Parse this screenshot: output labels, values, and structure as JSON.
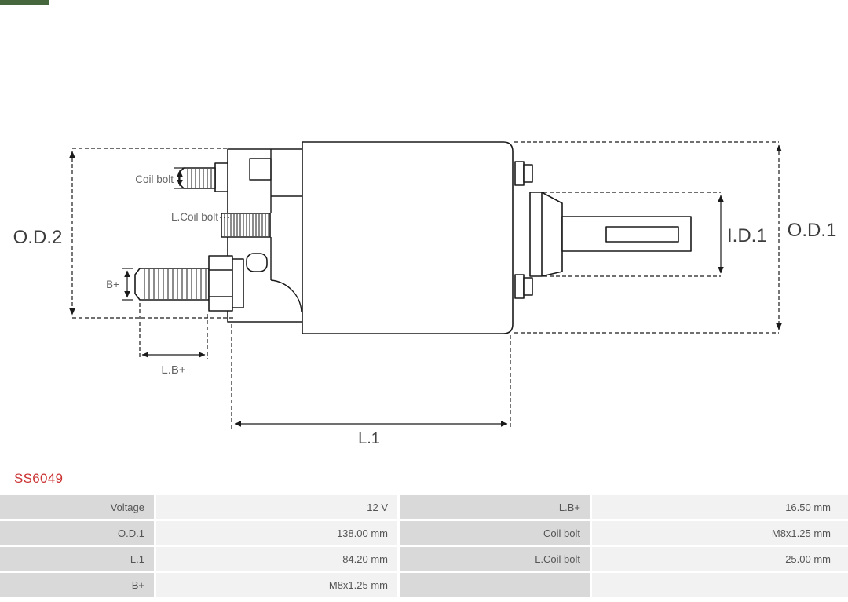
{
  "page": {
    "part_number": "SS6049"
  },
  "colors": {
    "part_number_text": "#cc3333",
    "drawing_line": "#1a1a1a",
    "table_label_bg": "#d9d9d9",
    "table_value_bg": "#f2f2f2",
    "logo_strip": "#46663e"
  },
  "diagram": {
    "labels": {
      "od2": "O.D.2",
      "od1": "O.D.1",
      "id1": "I.D.1",
      "coil_bolt": "Coil bolt",
      "l_coil_bolt": "L.Coil bolt",
      "b_plus": "B+",
      "l_b_plus": "L.B+",
      "l1": "L.1"
    }
  },
  "table": {
    "rows": [
      [
        "Voltage",
        "12 V",
        "L.B+",
        "16.50 mm"
      ],
      [
        "O.D.1",
        "138.00 mm",
        "Coil bolt",
        "M8x1.25 mm"
      ],
      [
        "L.1",
        "84.20 mm",
        "L.Coil bolt",
        "25.00 mm"
      ],
      [
        "B+",
        "M8x1.25 mm",
        "",
        ""
      ]
    ]
  }
}
